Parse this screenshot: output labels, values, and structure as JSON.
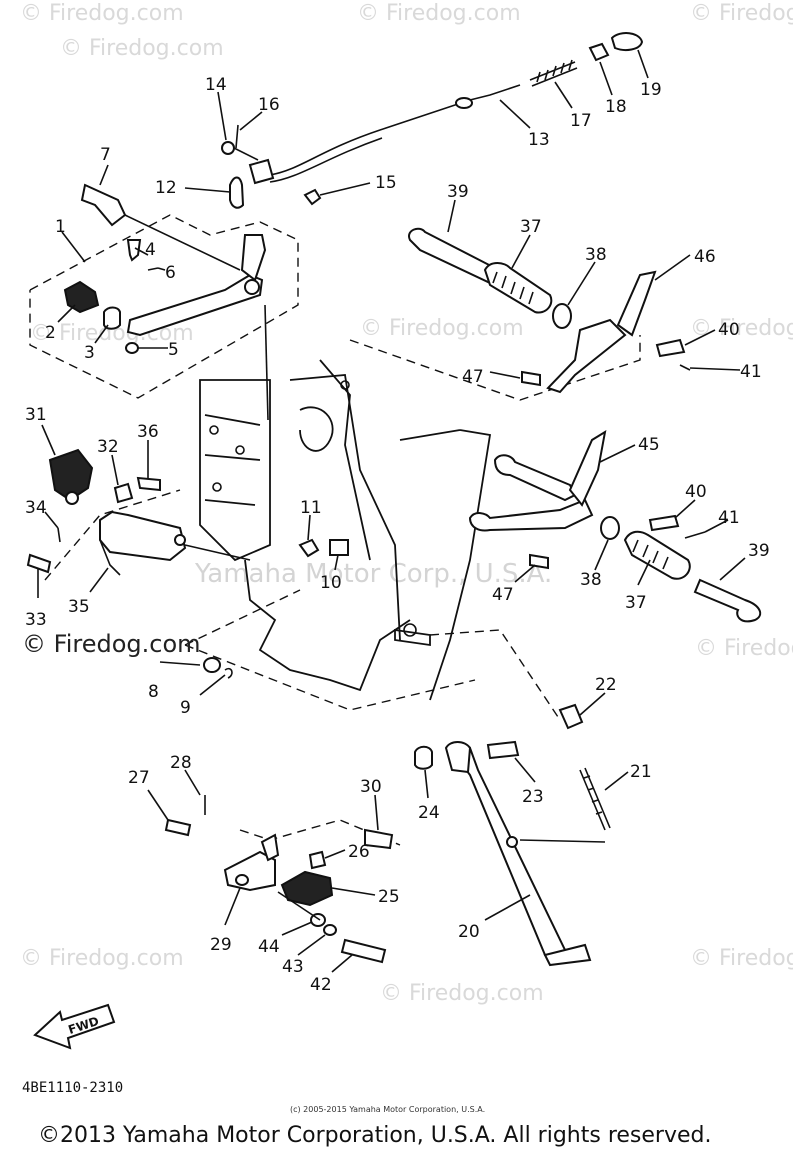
{
  "watermark": {
    "site": "© Firedog.com",
    "center": "Yamaha Motor Corp., U.S.A."
  },
  "side_brand": "© Firedog.com",
  "fwd_label": "FWD",
  "diagram_code": "4BE1110-2310",
  "small_print": "(c) 2005-2015 Yamaha Motor Corporation, U.S.A.",
  "copyright": "©2013 Yamaha Motor Corporation, U.S.A. All rights reserved.",
  "part_labels": [
    "1",
    "2",
    "3",
    "4",
    "5",
    "6",
    "7",
    "8",
    "9",
    "10",
    "11",
    "12",
    "13",
    "14",
    "15",
    "16",
    "17",
    "18",
    "19",
    "20",
    "21",
    "22",
    "23",
    "24",
    "25",
    "26",
    "27",
    "28",
    "29",
    "30",
    "31",
    "32",
    "33",
    "34",
    "35",
    "36",
    "37",
    "37",
    "38",
    "38",
    "39",
    "39",
    "40",
    "40",
    "41",
    "41",
    "42",
    "43",
    "44",
    "45",
    "46",
    "47",
    "47"
  ]
}
